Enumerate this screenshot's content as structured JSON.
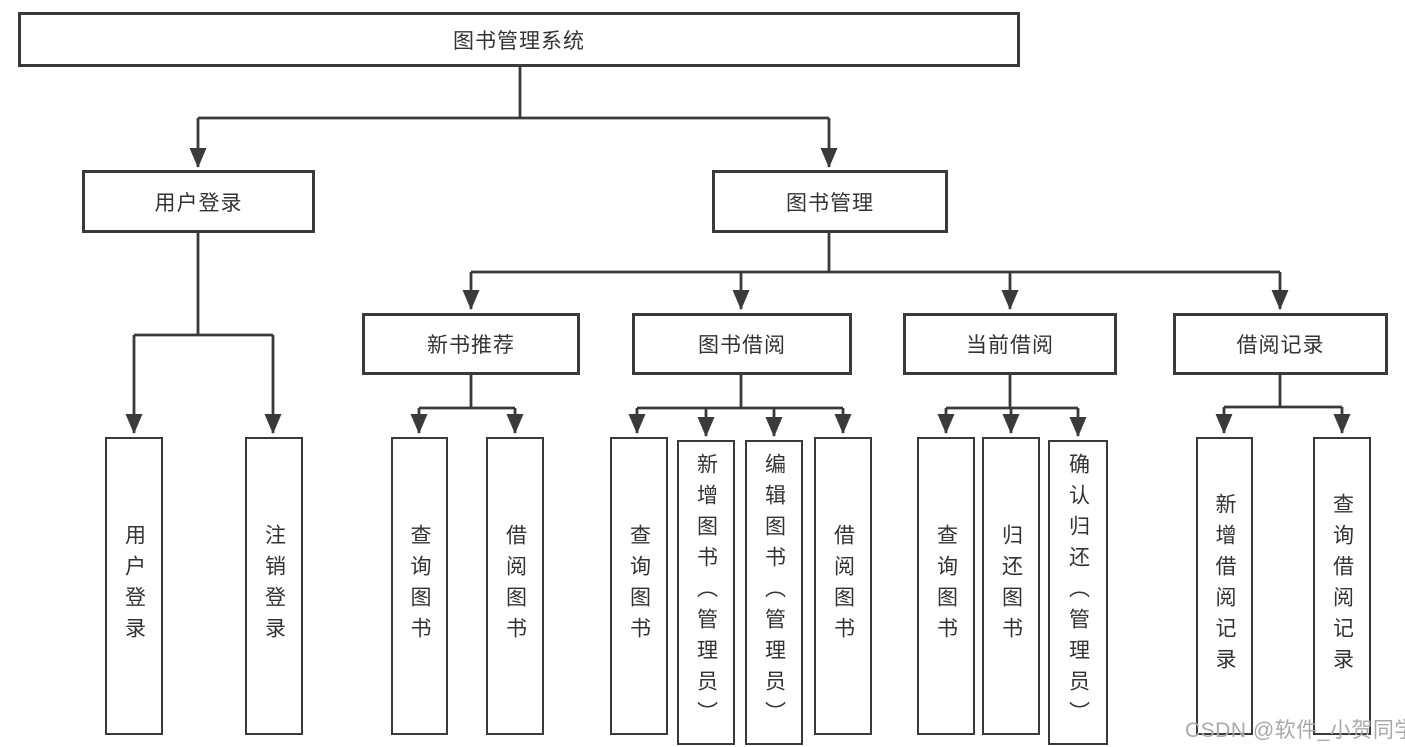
{
  "diagram": {
    "root": {
      "label": "图书管理系统"
    },
    "level1": {
      "user_login": {
        "label": "用户登录"
      },
      "book_management": {
        "label": "图书管理"
      }
    },
    "level2": {
      "new_book_recommend": {
        "label": "新书推荐"
      },
      "book_borrow": {
        "label": "图书借阅"
      },
      "current_borrow": {
        "label": "当前借阅"
      },
      "borrow_record": {
        "label": "借阅记录"
      }
    },
    "leaves": [
      {
        "label": "用户登录"
      },
      {
        "label": "注销登录"
      },
      {
        "label": "查询图书"
      },
      {
        "label": "借阅图书"
      },
      {
        "label": "查询图书"
      },
      {
        "label": "新增图书（管理员）"
      },
      {
        "label": "编辑图书（管理员）"
      },
      {
        "label": "借阅图书"
      },
      {
        "label": "查询图书"
      },
      {
        "label": "归还图书"
      },
      {
        "label": "确认归还（管理员）"
      },
      {
        "label": "新增借阅记录"
      },
      {
        "label": "查询借阅记录"
      }
    ]
  },
  "watermark": {
    "text": "CSDN @软件_小贺同学"
  },
  "colors": {
    "line": "#3a3a3a",
    "box_border": "#3a3a3a",
    "text": "#333333",
    "watermark": "#a9a9a9",
    "background": "#ffffff"
  }
}
